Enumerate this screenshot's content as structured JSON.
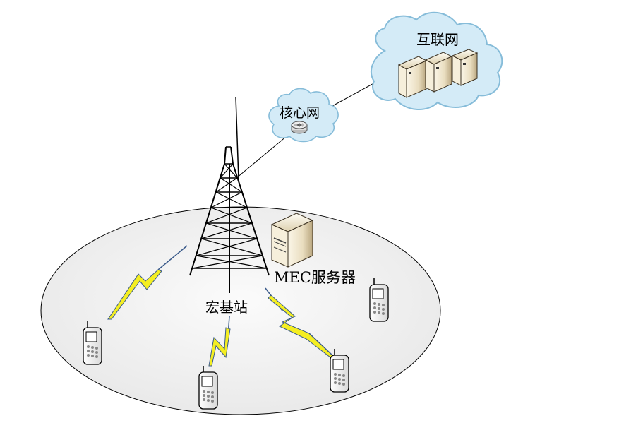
{
  "labels": {
    "internet": "互联网",
    "core_network": "核心网",
    "mec_server": "MEC服务器",
    "macro_base_station": "宏基站"
  },
  "colors": {
    "cloud_fill": "#d6ecf7",
    "cloud_stroke": "#7fb6d6",
    "lightning_fill": "#f4ee22",
    "lightning_stroke": "#3a5a8a",
    "ellipse_fill": "#f2f2f2",
    "server_body": "#efe6cf",
    "line": "#000000"
  },
  "icons": [
    "cloud-icon",
    "router-icon",
    "server-icon",
    "tower-icon",
    "lightning-icon",
    "mobile-phone-icon"
  ]
}
